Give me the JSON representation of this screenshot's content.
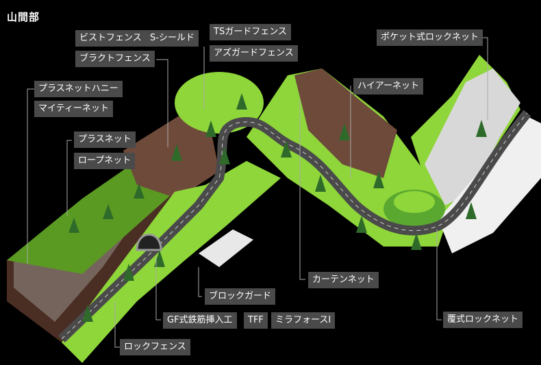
{
  "title": "山間部",
  "labels": {
    "bist_fence": "ビストフェンス",
    "s_shield": "S-シールド",
    "ts_guard_fence": "TSガードフェンス",
    "pocket_rocknet": "ポケット式ロックネット",
    "blacto_fence": "ブラクトフェンス",
    "az_guard_fence": "アズガードフェンス",
    "plasnet_honey": "プラスネットハニー",
    "mighty_net": "マイティーネット",
    "hire_net": "ハイアーネット",
    "plasnet": "プラスネット",
    "rope_net": "ロープネット",
    "curtain_net": "カーテンネット",
    "block_guard": "ブロックガード",
    "gf_rebar": "GF式鉄筋挿入工",
    "tff": "TFF",
    "mirafors": "ミラフォースⅠ",
    "rock_fence": "ロックフェンス",
    "covered_rocknet": "覆式ロックネット"
  },
  "colors": {
    "background": "#000000",
    "grass": "#8fd63a",
    "grass_dark": "#5a9a22",
    "soil": "#6e4a3a",
    "soil_dark": "#4a2e24",
    "road": "#4a4a4a",
    "tree": "#2e6a2a",
    "label_bg": "#4a4a4a",
    "leader": "#aaaaaa"
  }
}
